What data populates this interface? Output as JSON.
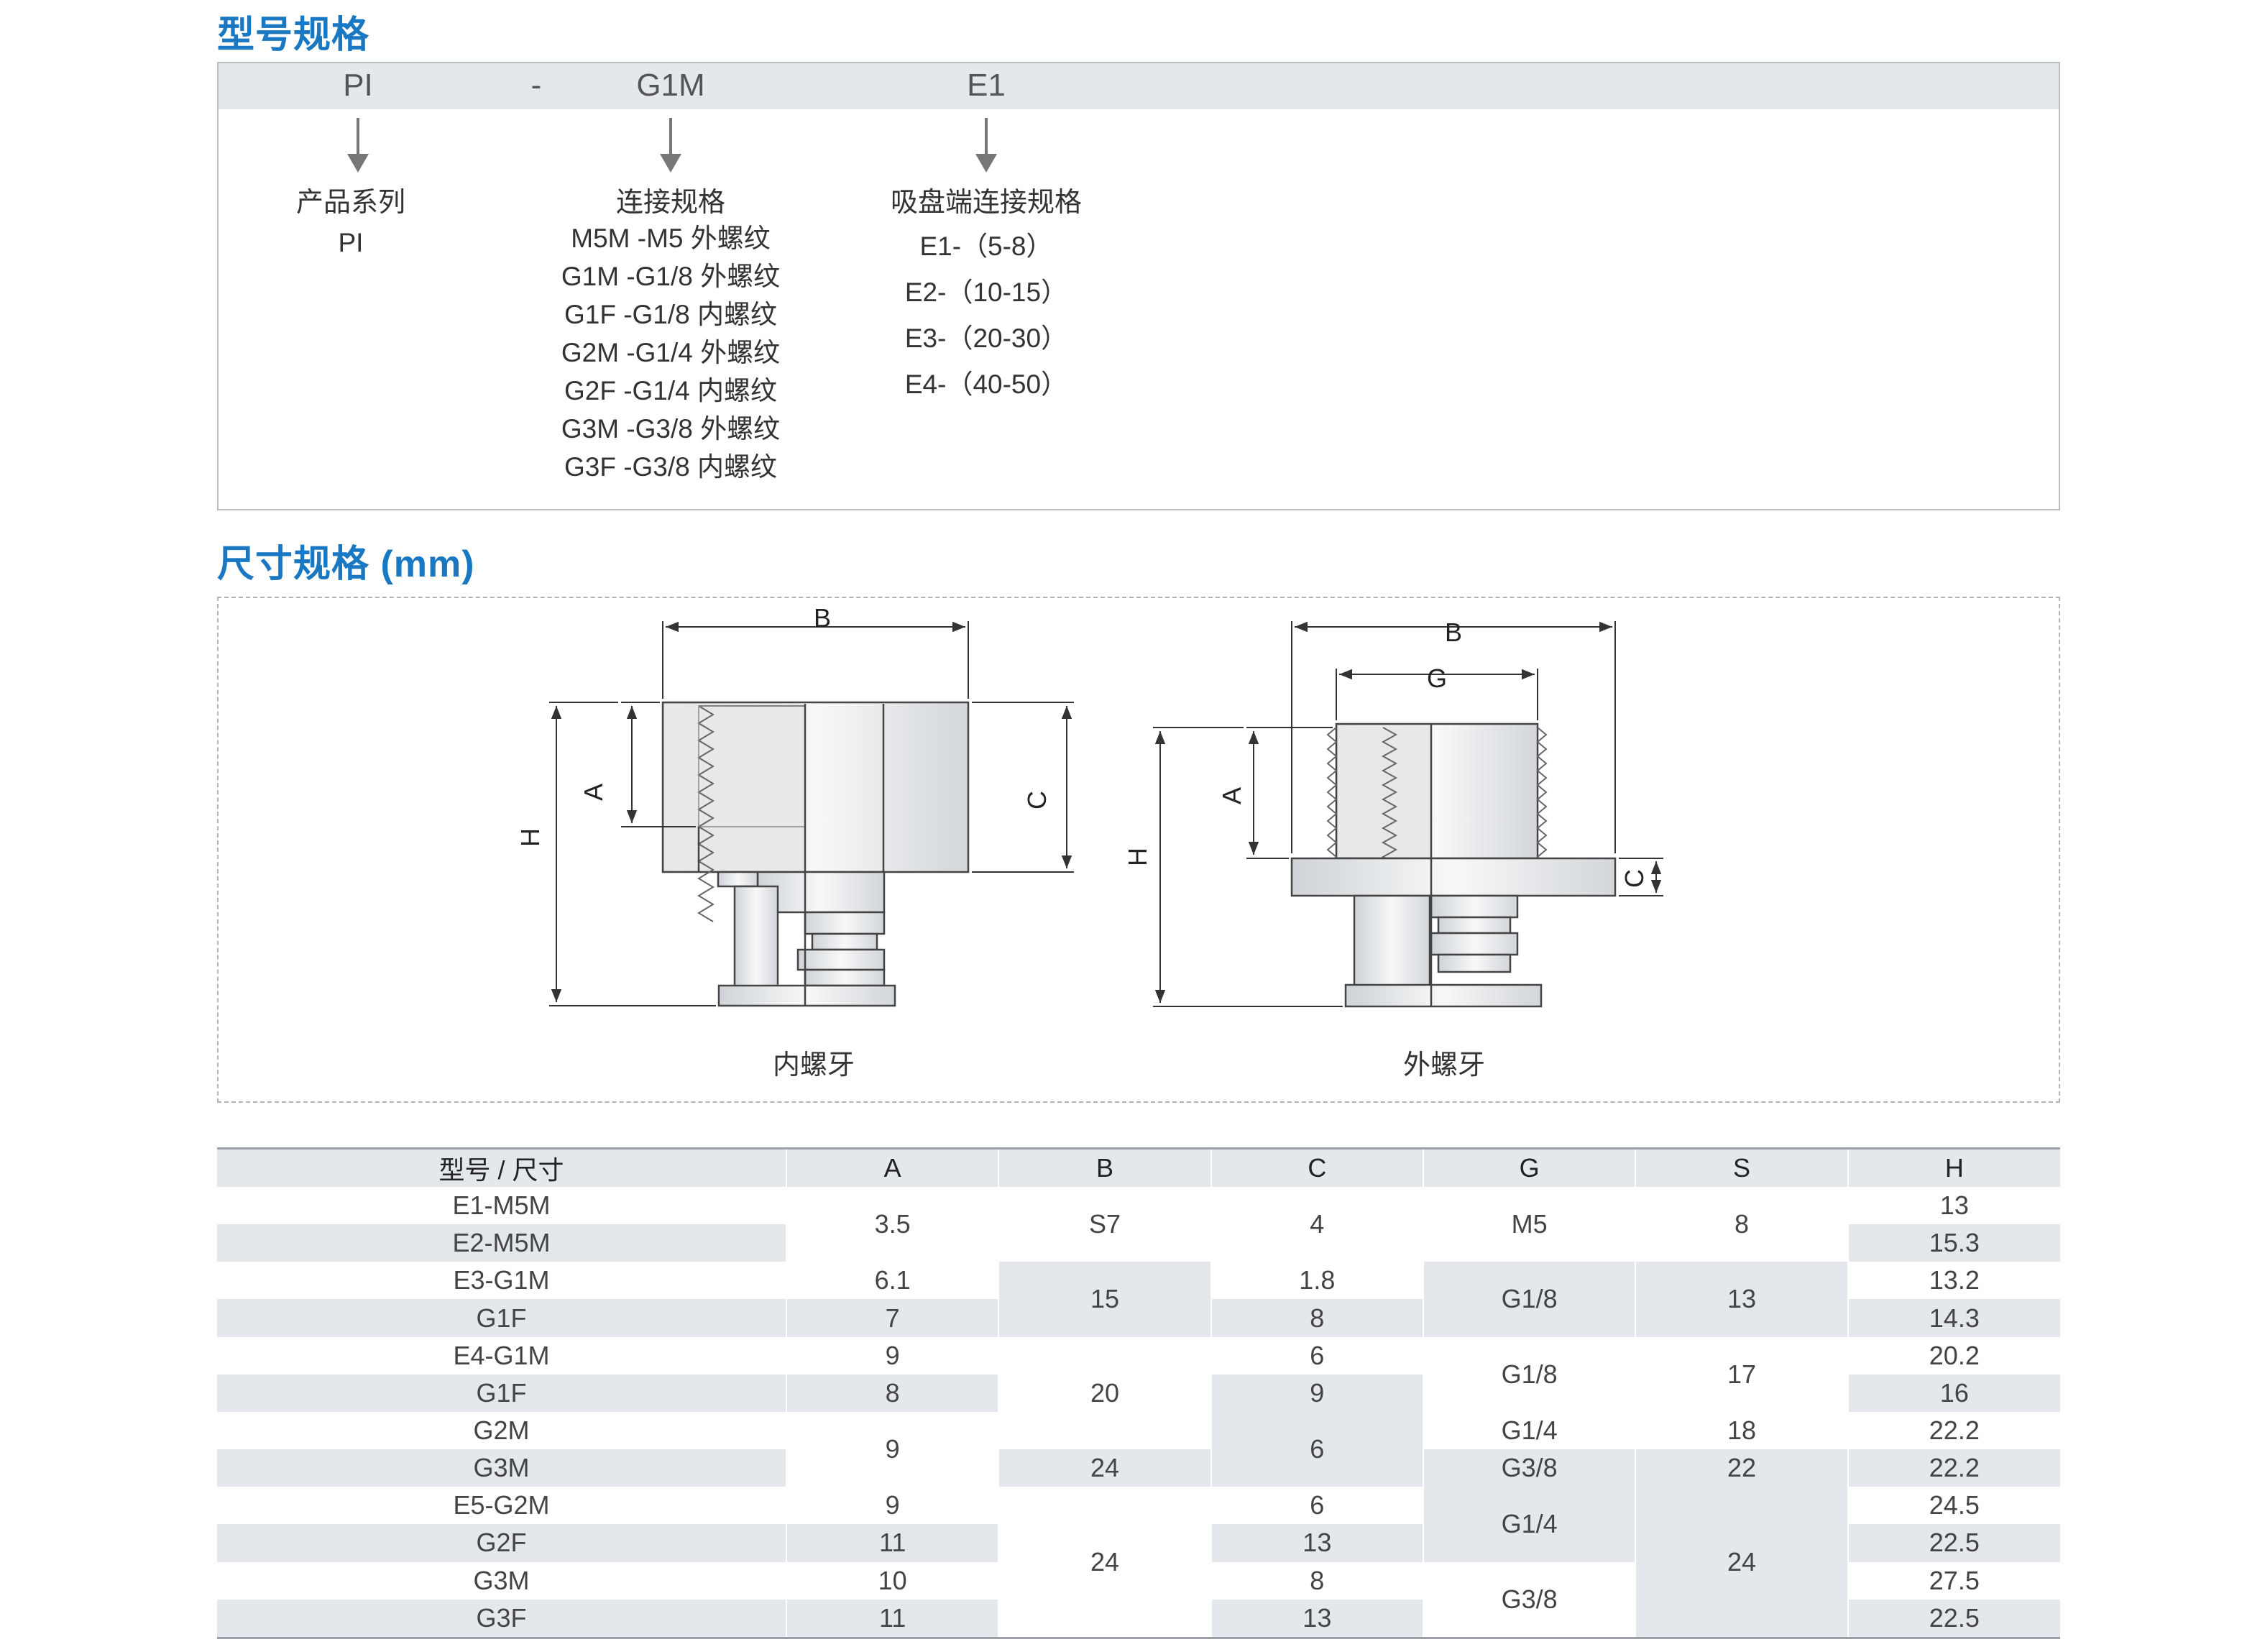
{
  "section1": {
    "title": "型号规格"
  },
  "code": {
    "segments": [
      "PI",
      "-",
      "G1M",
      "E1"
    ],
    "series": {
      "heading": "产品系列",
      "items": [
        "PI"
      ]
    },
    "connection": {
      "heading": "连接规格",
      "items": [
        "M5M -M5 外螺纹",
        "G1M -G1/8 外螺纹",
        "G1F -G1/8 内螺纹",
        "G2M -G1/4 外螺纹",
        "G2F -G1/4 内螺纹",
        "G3M -G3/8 外螺纹",
        "G3F -G3/8 内螺纹"
      ]
    },
    "cup_end": {
      "heading": "吸盘端连接规格",
      "items": [
        "E1-（5-8）",
        "E2-（10-15）",
        "E3-（20-30）",
        "E4-（40-50）"
      ]
    }
  },
  "section2": {
    "title": "尺寸规格 (mm)"
  },
  "drawings": {
    "internal": {
      "caption": "内螺牙",
      "labels": {
        "B": "B",
        "A": "A",
        "C": "C",
        "H": "H"
      }
    },
    "external": {
      "caption": "外螺牙",
      "labels": {
        "B": "B",
        "G": "G",
        "A": "A",
        "C": "C",
        "H": "H"
      }
    }
  },
  "table": {
    "headers": [
      "型号 / 尺寸",
      "A",
      "B",
      "C",
      "G",
      "S",
      "H"
    ],
    "rows": [
      [
        "E1-M5M",
        "3.5",
        "S7",
        "4",
        "M5",
        "8",
        "13"
      ],
      [
        "E2-M5M",
        "",
        "",
        "",
        "",
        "",
        "15.3"
      ],
      [
        "E3-G1M",
        "6.1",
        "15",
        "1.8",
        "G1/8",
        "13",
        "13.2"
      ],
      [
        "G1F",
        "7",
        "",
        "8",
        "",
        "",
        "14.3"
      ],
      [
        "E4-G1M",
        "9",
        "20",
        "6",
        "G1/8",
        "17",
        "20.2"
      ],
      [
        "G1F",
        "8",
        "",
        "9",
        "",
        "",
        "16"
      ],
      [
        "G2M",
        "9",
        "",
        "6",
        "G1/4",
        "18",
        "22.2"
      ],
      [
        "G3M",
        "",
        "24",
        "",
        "G3/8",
        "22",
        "22.2"
      ],
      [
        "E5-G2M",
        "9",
        "24",
        "6",
        "G1/4",
        "24",
        "24.5"
      ],
      [
        "G2F",
        "11",
        "",
        "13",
        "",
        "",
        "22.5"
      ],
      [
        "G3M",
        "10",
        "",
        "8",
        "G3/8",
        "",
        "27.5"
      ],
      [
        "G3F",
        "11",
        "",
        "13",
        "",
        "",
        "22.5"
      ]
    ]
  }
}
